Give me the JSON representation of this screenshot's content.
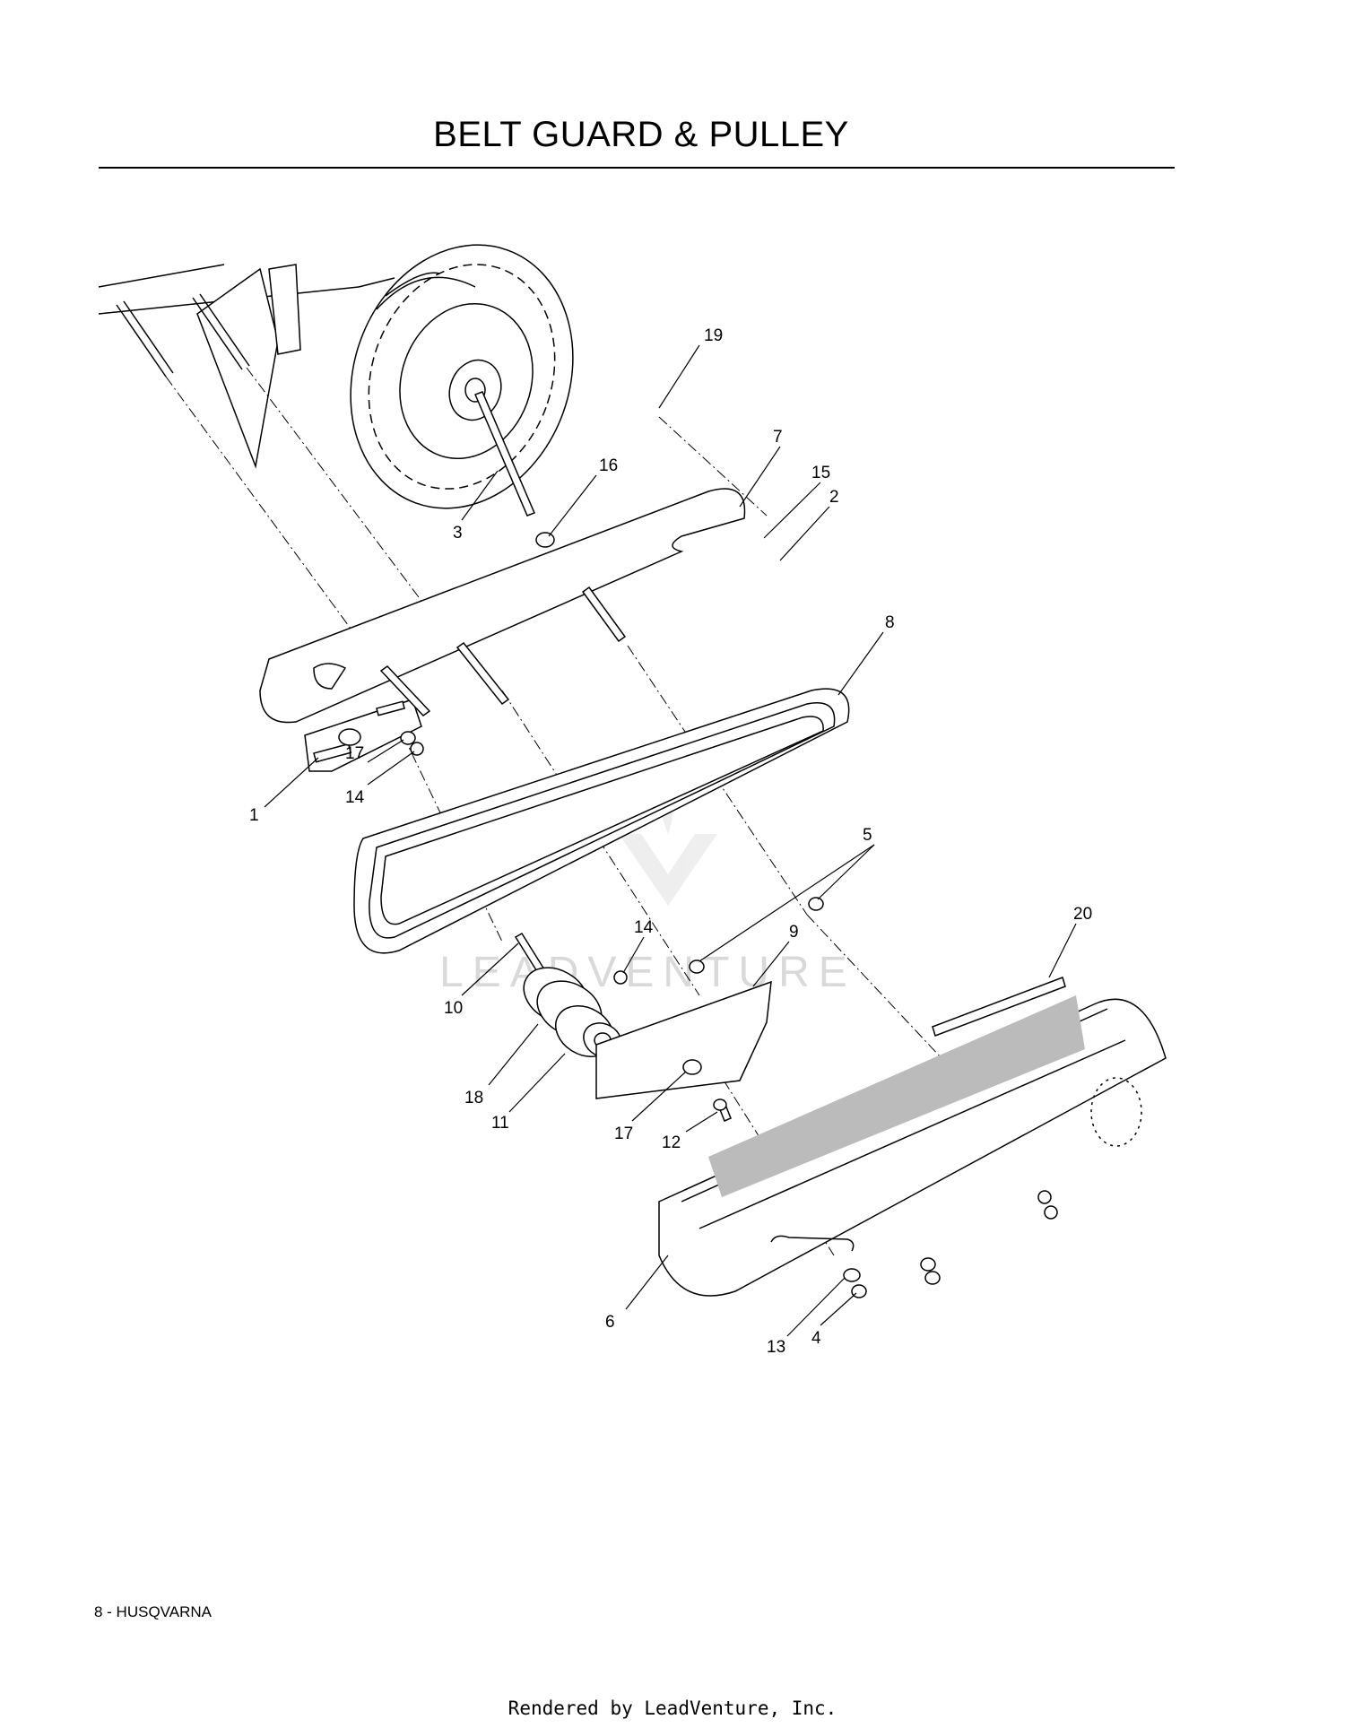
{
  "page": {
    "title": "BELT GUARD & PULLEY",
    "footer_left": "8 - HUSQVARNA",
    "footer_center": "Rendered by LeadVenture, Inc.",
    "watermark": "LEADVENTURE"
  },
  "callouts": [
    "19",
    "7",
    "16",
    "15",
    "2",
    "3",
    "8",
    "17",
    "14",
    "1",
    "5",
    "14",
    "9",
    "20",
    "10",
    "18",
    "11",
    "17",
    "12",
    "6",
    "13",
    "4"
  ]
}
